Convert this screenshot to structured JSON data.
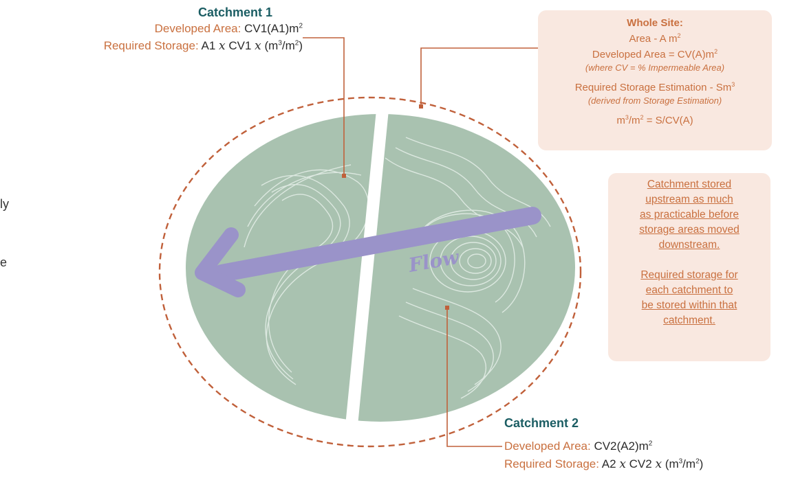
{
  "catchment1": {
    "title": "Catchment 1",
    "developed_label": "Developed Area:",
    "developed_value": "CV1(A1)m",
    "developed_sup": "2",
    "required_label": "Required Storage:",
    "required_a": "A1",
    "required_x1": "x",
    "required_b": "CV1",
    "required_x2": "x",
    "required_c": "(m",
    "required_sup1": "3",
    "required_d": "/m",
    "required_sup2": "2",
    "required_e": ")"
  },
  "catchment2": {
    "title": "Catchment 2",
    "developed_label": "Developed Area:",
    "developed_value": "CV2(A2)m",
    "developed_sup": "2",
    "required_label": "Required Storage:",
    "required_a": "A2",
    "required_x1": "x",
    "required_b": "CV2",
    "required_x2": "x",
    "required_c": "(m",
    "required_sup1": "3",
    "required_d": "/m",
    "required_sup2": "2",
    "required_e": ")"
  },
  "whole_site": {
    "title": "Whole Site:",
    "area": "Area - A m",
    "area_sup": "2",
    "developed": "Developed Area = CV(A)m",
    "developed_sup": "2",
    "cv_note": "(where CV = % Impermeable Area)",
    "storage": "Required Storage Estimation - Sm",
    "storage_sup": "3",
    "storage_note": "(derived from Storage Estimation)",
    "ratio_a": "m",
    "ratio_sup1": "3",
    "ratio_b": "/m",
    "ratio_sup2": "2",
    "ratio_c": " = S/CV(A)"
  },
  "note": {
    "lines1": [
      "Catchment stored",
      "upstream as much",
      "as practicable before",
      "storage areas moved",
      "downstream."
    ],
    "lines2": [
      "Required storage for",
      "each catchment to",
      "be stored within that",
      "catchment."
    ]
  },
  "flow_label": "Flow",
  "edge_text": [
    "ly",
    "e"
  ],
  "colors": {
    "site_fill": "#a9c2b0",
    "boundary": "#c0603a",
    "arrow": "#9a93c9",
    "title": "#1b5d63",
    "label": "#c9703f",
    "box_bg": "#f9e8e0"
  }
}
